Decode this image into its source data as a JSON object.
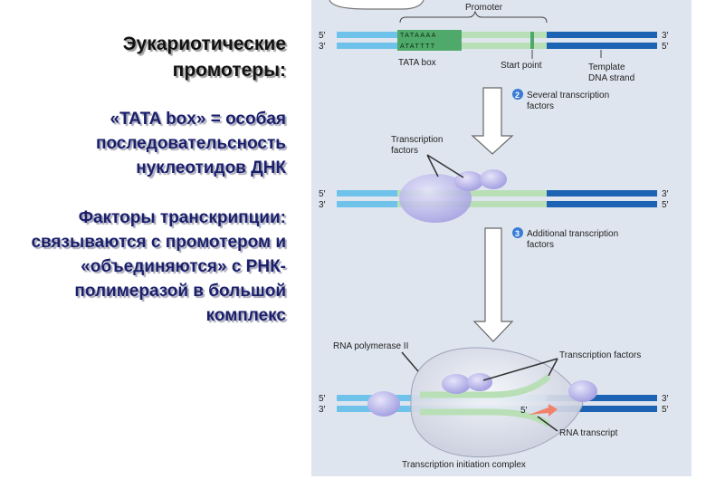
{
  "slide": {
    "title": "Эукариотические промотеры:",
    "tata_text": "«TATA box» = особая последовательсность нуклеотидов ДНК",
    "tf_text": "Факторы транскрипции: связываются с промотером и «объединяются» с РНК-полимеразой в большой комплекс"
  },
  "figure": {
    "promoter_label": "Promoter",
    "tata_top": "TATAAAA",
    "tata_bottom": "ATATTTT",
    "tata_box_label": "TATA box",
    "start_point_label": "Start point",
    "template_label_1": "Template",
    "template_label_2": "DNA strand",
    "step2_number": "2",
    "step2_line1": "Several transcription",
    "step2_line2": "factors",
    "tf_label_1": "Transcription",
    "tf_label_2": "factors",
    "step3_number": "3",
    "step3_line1": "Additional transcription",
    "step3_line2": "factors",
    "rna_pol_label": "RNA polymerase II",
    "tf_label_3": "Transcription factors",
    "rna_transcript_label": "RNA transcript",
    "complex_label": "Transcription initiation complex",
    "five_prime": "5′",
    "three_prime": "3′",
    "colors": {
      "dna_light": "#6fc3ea",
      "dna_dark": "#1c63b4",
      "promoter_green": "#b9dfb6",
      "tata_green": "#4ea96a",
      "protein": "#b7b4ea",
      "rna": "#f0826a",
      "panel": "#dfe5ef"
    }
  }
}
